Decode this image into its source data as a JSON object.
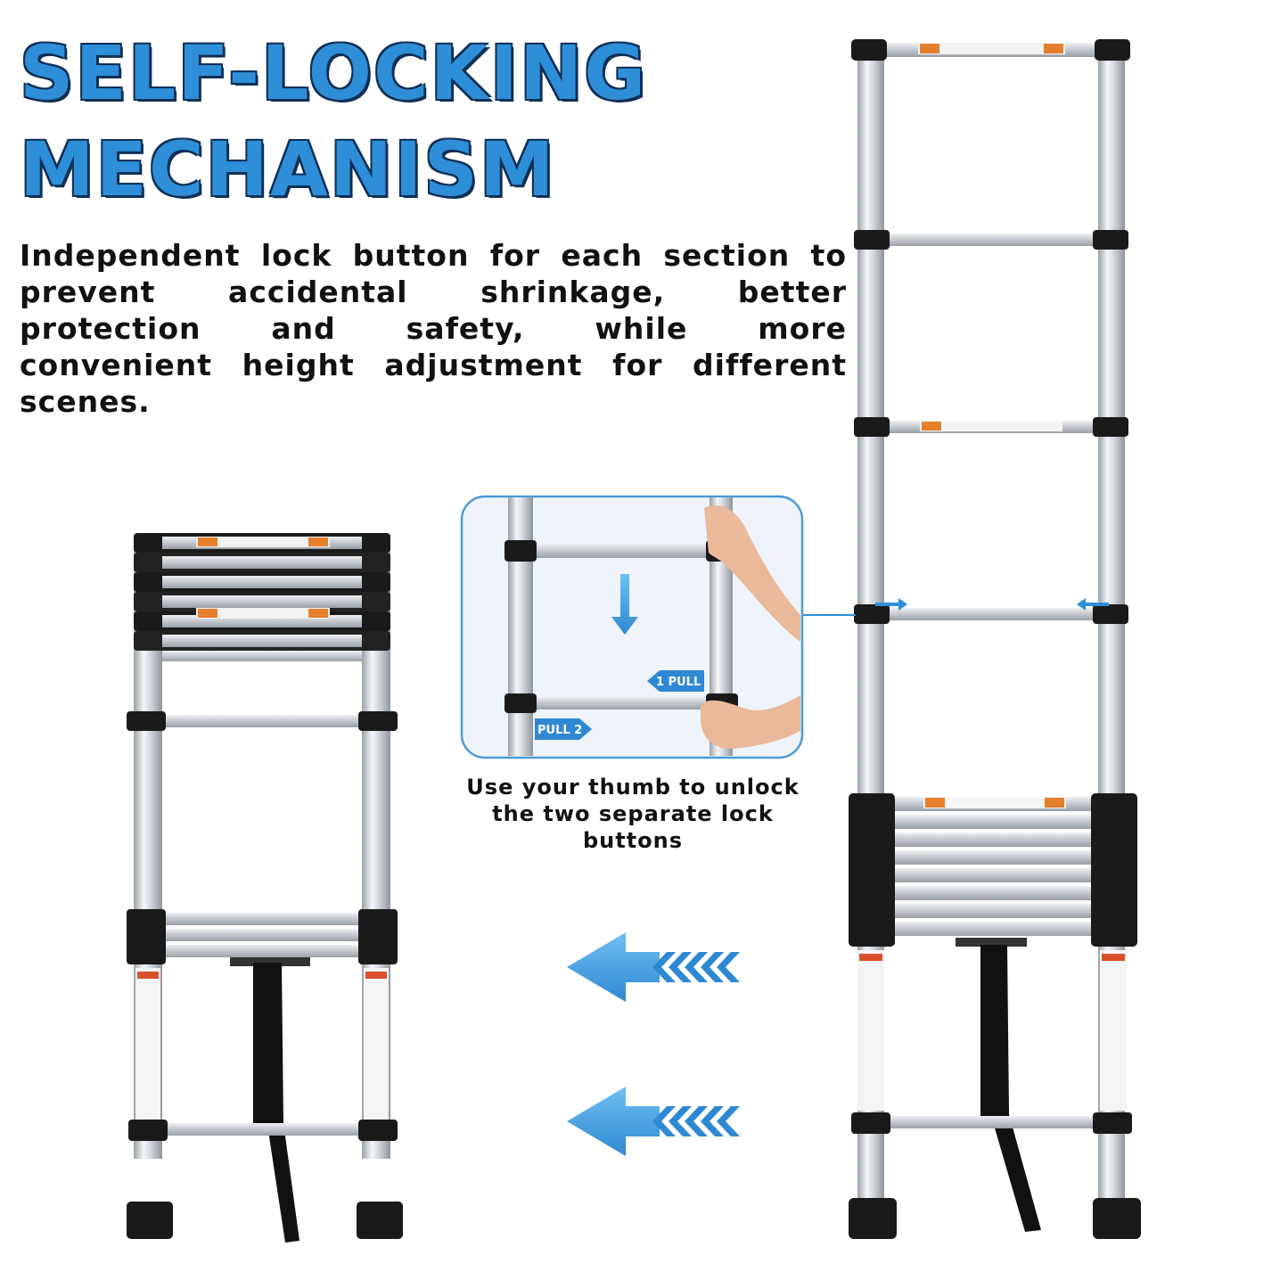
{
  "headline": {
    "line1": "SELF-LOCKING",
    "line2": "MECHANISM"
  },
  "description": "Independent lock button for each section to prevent accidental shrinkage, better protection and safety, while more convenient height adjustment for different scenes.",
  "caption": "Use your thumb to unlock the two separate lock buttons",
  "inset": {
    "pull_1_label": "1 PULL",
    "pull_2_label": "PULL 2"
  },
  "colors": {
    "accent": "#2e8fd8",
    "outline": "#0f2f55",
    "ladder_metal": "#d9dde2",
    "ladder_black": "#1a1a1a"
  }
}
